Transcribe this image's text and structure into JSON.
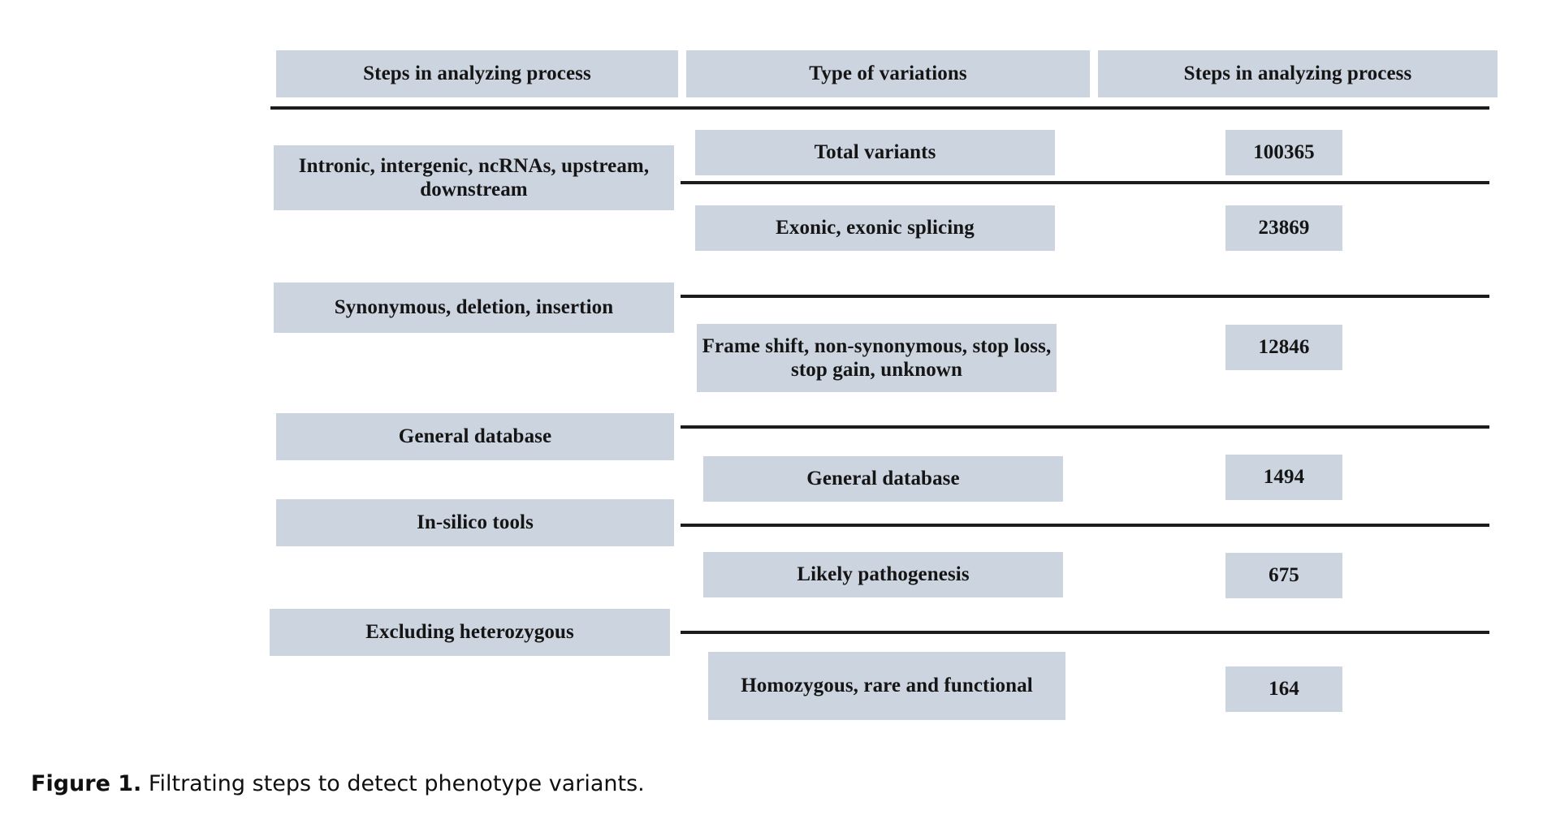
{
  "figure": {
    "caption_label": "Figure 1.",
    "caption_text": "Filtrating steps to detect phenotype variants.",
    "box_fill": "#ccd4e0",
    "rule_color": "#1c1c1c",
    "text_color": "#151515"
  },
  "headers": {
    "left": "Steps in analyzing process",
    "middle": "Type of variations",
    "right": "Steps in analyzing process"
  },
  "steps": [
    {
      "label": "Intronic, intergenic, ncRNAs, upstream, downstream"
    },
    {
      "label": "Synonymous, deletion, insertion"
    },
    {
      "label": "General database"
    },
    {
      "label": "In-silico tools"
    },
    {
      "label": "Excluding heterozygous"
    }
  ],
  "variations": [
    {
      "label": "Total variants"
    },
    {
      "label": "Exonic, exonic splicing"
    },
    {
      "label": "Frame shift, non-synonymous, stop loss, stop gain, unknown"
    },
    {
      "label": "General database"
    },
    {
      "label": "Likely pathogenesis"
    },
    {
      "label": "Homozygous, rare and functional"
    }
  ],
  "counts": [
    {
      "value": "100365"
    },
    {
      "value": "23869"
    },
    {
      "value": "12846"
    },
    {
      "value": "1494"
    },
    {
      "value": "675"
    },
    {
      "value": "164"
    }
  ],
  "chart_data": {
    "type": "table",
    "title": "Filtrating steps to detect phenotype variants",
    "columns": [
      "Steps in analyzing process",
      "Type of variations",
      "Steps in analyzing process"
    ],
    "rows": [
      {
        "step": "",
        "variation": "Total variants",
        "count": 100365
      },
      {
        "step": "Intronic, intergenic, ncRNAs, upstream, downstream",
        "variation": "Exonic, exonic splicing",
        "count": 23869
      },
      {
        "step": "Synonymous, deletion, insertion",
        "variation": "Frame shift, non-synonymous, stop loss, stop gain, unknown",
        "count": 12846
      },
      {
        "step": "General database",
        "variation": "General database",
        "count": 1494
      },
      {
        "step": "In-silico tools",
        "variation": "Likely pathogenesis",
        "count": 675
      },
      {
        "step": "Excluding heterozygous",
        "variation": "Homozygous, rare and functional",
        "count": 164
      }
    ]
  }
}
